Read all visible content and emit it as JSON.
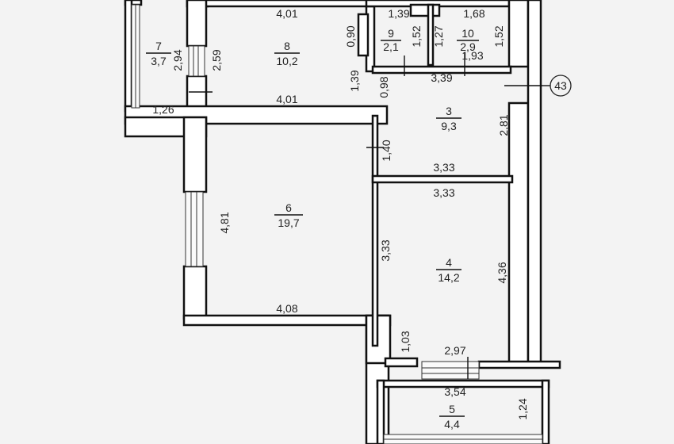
{
  "rooms": [
    {
      "id": "7",
      "number": "7",
      "area": "3,7"
    },
    {
      "id": "8",
      "number": "8",
      "area": "10,2"
    },
    {
      "id": "9",
      "number": "9",
      "area": "2,1"
    },
    {
      "id": "10",
      "number": "10",
      "area": "2,9"
    },
    {
      "id": "3",
      "number": "3",
      "area": "9,3"
    },
    {
      "id": "6",
      "number": "6",
      "area": "19,7"
    },
    {
      "id": "4",
      "number": "4",
      "area": "14,2"
    },
    {
      "id": "5",
      "number": "5",
      "area": "4,4"
    }
  ],
  "dimensions": {
    "r8_top": "4,01",
    "r8_bottom": "4,01",
    "r8_left": "2,59",
    "r8_door": "0,90",
    "r8_right": "1,39",
    "r7_height": "2,94",
    "r7_width": "1,26",
    "r9_top": "1,39",
    "r9_side": "1,52",
    "r10_top": "1,68",
    "r10_left": "1,27",
    "r10_right": "1,52",
    "r10_bottom": "1,93",
    "corridor_top": "3,39",
    "corridor_small": "0,98",
    "r3_right": "2,81",
    "r3_left": "1,40",
    "r3_bottom": "3,33",
    "r4_top": "3,33",
    "r4_left": "3,33",
    "r4_right": "4,36",
    "r6_left": "4,81",
    "r6_bottom": "4,08",
    "r4_step": "1,03",
    "r4_bottom": "2,97",
    "r5_top": "3,54",
    "r5_right": "1,24"
  },
  "axis_marker": "43"
}
